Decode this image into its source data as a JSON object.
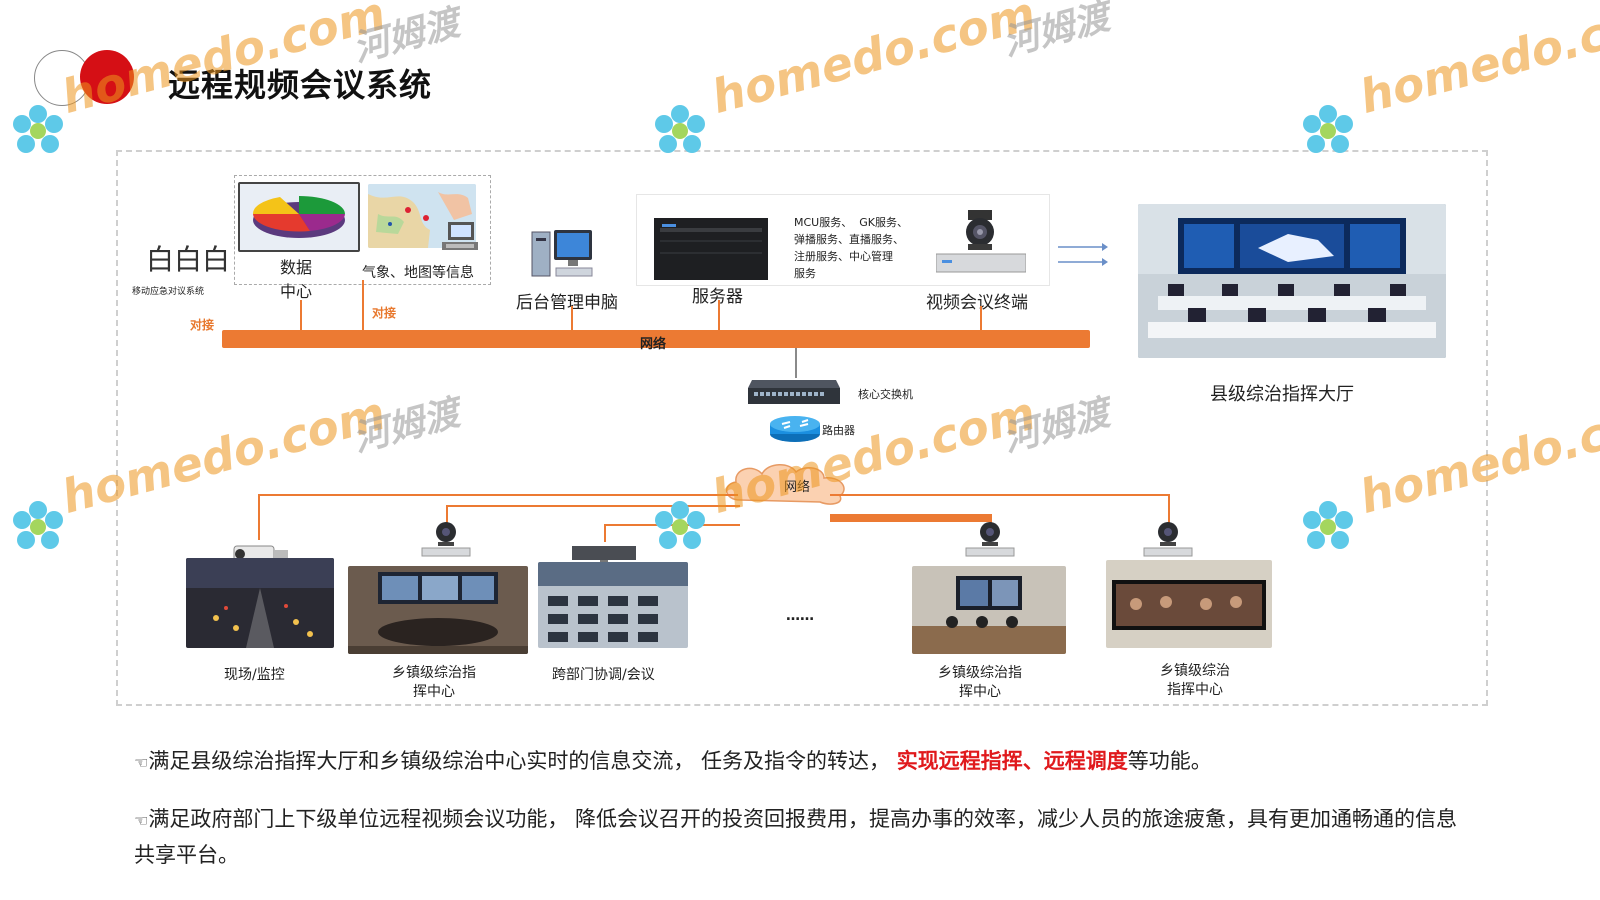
{
  "title": "远程规频会议系统",
  "legend_text": "白白白",
  "legend_sub": "移动应急对议系统",
  "dock_left": "对接",
  "dock_mid": "对接",
  "data_center": "数据\n中心",
  "weather_map": "气象、地图等信息",
  "backend_pc": "后台管理申脑",
  "server_label": "服务器",
  "server_services": "MCU服务、  GK服务、\n弹播服务、直播服务、\n注册服务、中心管理\n服务",
  "video_terminal": "视频会议终端",
  "network_bus": "网络",
  "core_switch": "核心交换机",
  "router": "路由器",
  "cloud_network": "网络",
  "county_hall": "县级综治指挥大厅",
  "ellipsis": "……",
  "endpoints": [
    {
      "label": "现场/监控"
    },
    {
      "label": "乡镇级综治指\n挥中心"
    },
    {
      "label": "跨部门协调/会议"
    },
    {
      "label": "乡镇级综治指\n挥中心"
    },
    {
      "label": "乡镇级综治\n指挥中心"
    }
  ],
  "bullet1": {
    "prefix": "满足县级综治指挥大厅和乡镇级综治中心实时的信息交流，  任务及指令的转达，  ",
    "highlight": "实现远程指挥、远程调度",
    "suffix": "等功能。"
  },
  "bullet2": "满足政府部门上下级单位远程视频会议功能，  降低会议召开的投资回报费用，提高办事的效率，减少人员的旅途疲惫，具有更加通畅通的信息共享平台。",
  "watermark_en": "homedo.com",
  "watermark_cn": "河姆渡",
  "colors": {
    "accent": "#ec7a33",
    "red": "#e0191c",
    "brand_red": "#d50f15"
  }
}
